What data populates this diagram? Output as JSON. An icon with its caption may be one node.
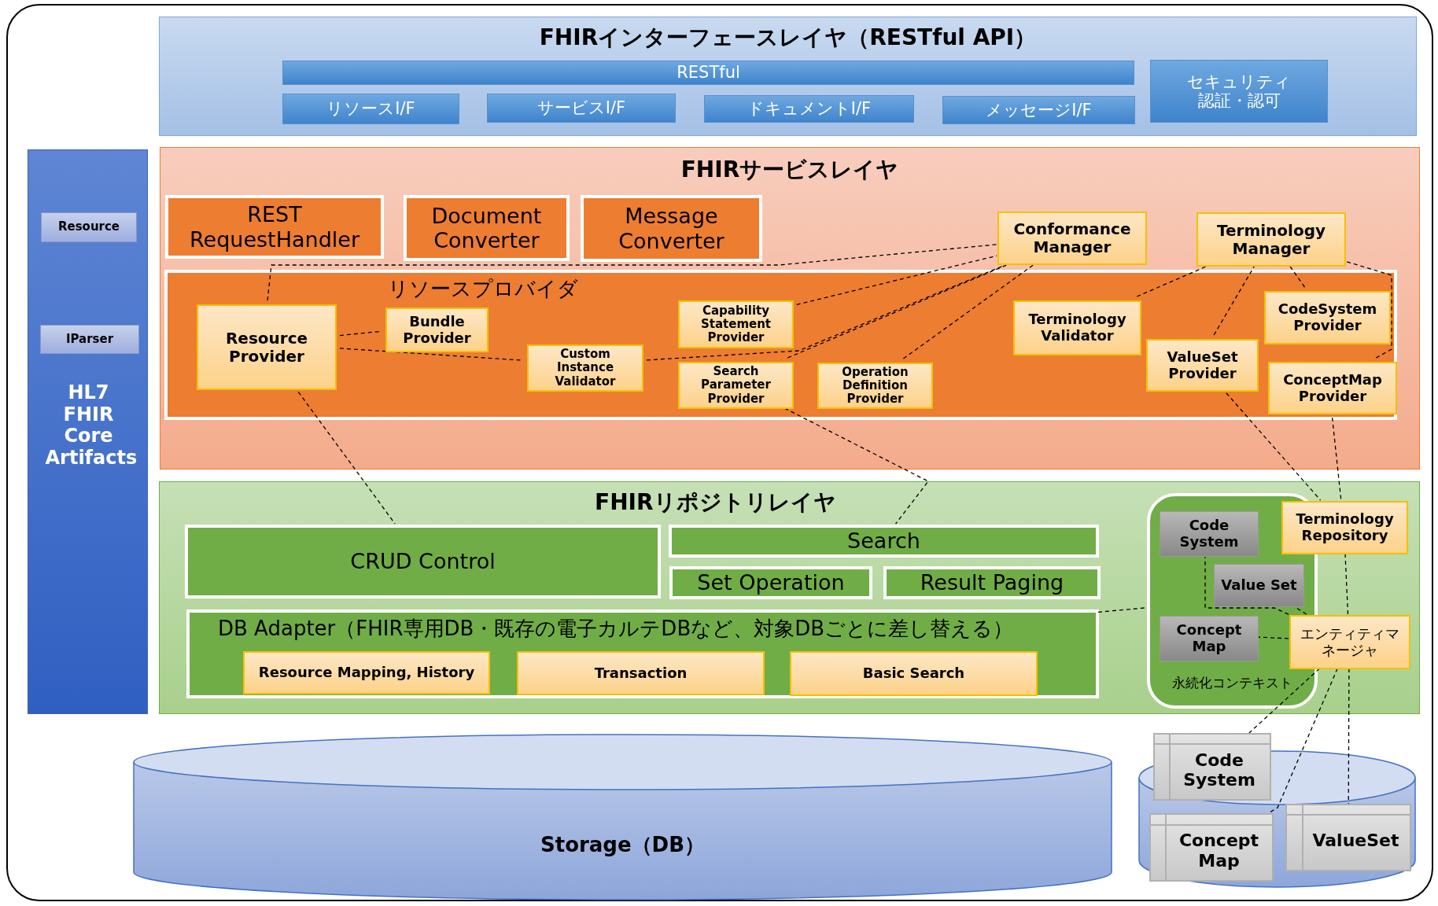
{
  "diagram": {
    "nodes": [
      {
        "text": [
          "FHIRインターフェースレイヤ（RESTful API）"
        ]
      },
      {
        "text": [
          "RESTful"
        ],
        "in": 0
      },
      {
        "text": [
          "リソースI/F"
        ],
        "in": 0
      },
      {
        "text": [
          "サービスI/F"
        ],
        "in": 0
      },
      {
        "text": [
          "ドキュメントI/F"
        ],
        "in": 0
      },
      {
        "text": [
          "メッセージI/F"
        ],
        "in": 0
      },
      {
        "text": [
          "セキュリティ",
          "認証・認可"
        ],
        "in": 0
      },
      {
        "text": [
          "HL7 FHIR Core Artifacts"
        ]
      },
      {
        "text": [
          "Resource"
        ],
        "in": 7
      },
      {
        "text": [
          "IParser"
        ],
        "in": 7
      },
      {
        "text": [
          "FHIRサービスレイヤ"
        ]
      },
      {
        "text": [
          "REST RequestHandler"
        ],
        "in": 10
      },
      {
        "text": [
          "Document Converter"
        ],
        "in": 10
      },
      {
        "text": [
          "Message Converter"
        ],
        "in": 10
      },
      {
        "text": [
          "Conformance Manager"
        ],
        "in": 10
      },
      {
        "text": [
          "Terminology Manager"
        ],
        "in": 10
      },
      {
        "text": [
          "リソースプロバイダ"
        ],
        "in": 10
      },
      {
        "text": [
          "Resource Provider"
        ],
        "in": 16
      },
      {
        "text": [
          "Bundle Provider"
        ],
        "in": 16
      },
      {
        "text": [
          "Custom Instance Validator"
        ],
        "in": 16
      },
      {
        "text": [
          "Capability Statement Provider"
        ],
        "in": 16
      },
      {
        "text": [
          "Search Parameter Provider"
        ],
        "in": 16
      },
      {
        "text": [
          "Operation Definition Provider"
        ],
        "in": 16
      },
      {
        "text": [
          "Terminology Validator"
        ],
        "in": 16
      },
      {
        "text": [
          "ValueSet Provider"
        ],
        "in": 16
      },
      {
        "text": [
          "CodeSystem Provider"
        ],
        "in": 16
      },
      {
        "text": [
          "ConceptMap Provider"
        ],
        "in": 16
      },
      {
        "text": [
          "FHIRリポジトリレイヤ"
        ]
      },
      {
        "text": [
          "CRUD Control"
        ],
        "in": 27
      },
      {
        "text": [
          "Search"
        ],
        "in": 27
      },
      {
        "text": [
          "Set Operation"
        ],
        "in": 27
      },
      {
        "text": [
          "Result Paging"
        ],
        "in": 27
      },
      {
        "text": [
          "DB Adapter（FHIR専用DB・既存の電子カルテDBなど、対象DBごとに差し替える）"
        ],
        "in": 27
      },
      {
        "text": [
          "Resource Mapping, History"
        ],
        "in": 32
      },
      {
        "text": [
          "Transaction"
        ],
        "in": 32
      },
      {
        "text": [
          "Basic Search"
        ],
        "in": 32
      },
      {
        "text": [
          "永続化コンテキスト"
        ],
        "in": 27
      },
      {
        "text": [
          "Code System"
        ],
        "in": 36
      },
      {
        "text": [
          "Value Set"
        ],
        "in": 36
      },
      {
        "text": [
          "Concept Map"
        ],
        "in": 36
      },
      {
        "text": [
          "Terminology Repository"
        ],
        "in": 27
      },
      {
        "text": [
          "エンティティマネージャ"
        ],
        "in": 27
      },
      {
        "text": [
          "Storage（DB）"
        ]
      },
      {
        "text": [],
        "shape": "cylinder"
      },
      {
        "text": [
          "Code System"
        ]
      },
      {
        "text": [
          "Concept Map"
        ],
        "in": 43
      },
      {
        "text": [
          "ValueSet"
        ],
        "in": 43
      }
    ],
    "edges": [
      {
        "from": 17,
        "to": 14,
        "arrow": "none",
        "style": "dashed"
      },
      {
        "from": 17,
        "to": 18,
        "arrow": "none",
        "style": "dashed"
      },
      {
        "from": 17,
        "to": 19,
        "arrow": "none",
        "style": "dashed"
      },
      {
        "from": 19,
        "to": 14,
        "arrow": "none",
        "style": "dashed"
      },
      {
        "from": 20,
        "to": 14,
        "arrow": "none",
        "style": "dashed"
      },
      {
        "from": 21,
        "to": 14,
        "arrow": "none",
        "style": "dashed"
      },
      {
        "from": 22,
        "to": 14,
        "arrow": "none",
        "style": "dashed"
      },
      {
        "from": 17,
        "to": 28,
        "arrow": "none",
        "style": "dashed"
      },
      {
        "from": 21,
        "to": 29,
        "arrow": "none",
        "style": "dashed"
      },
      {
        "from": 23,
        "to": 15,
        "arrow": "none",
        "style": "dashed"
      },
      {
        "from": 24,
        "to": 15,
        "arrow": "none",
        "style": "dashed"
      },
      {
        "from": 25,
        "to": 15,
        "arrow": "none",
        "style": "dashed"
      },
      {
        "from": 26,
        "to": 15,
        "arrow": "none",
        "style": "dashed"
      },
      {
        "from": 24,
        "to": 40,
        "arrow": "none",
        "style": "dashed"
      },
      {
        "from": 26,
        "to": 40,
        "arrow": "none",
        "style": "dashed"
      },
      {
        "from": 40,
        "to": 41,
        "arrow": "none",
        "style": "dashed"
      },
      {
        "from": 41,
        "to": 37,
        "arrow": "none",
        "style": "dashed"
      },
      {
        "from": 41,
        "to": 38,
        "arrow": "none",
        "style": "dashed"
      },
      {
        "from": 41,
        "to": 39,
        "arrow": "none",
        "style": "dashed"
      },
      {
        "from": 32,
        "to": 36,
        "arrow": "none",
        "style": "dashed"
      },
      {
        "from": 41,
        "to": 44,
        "arrow": "none",
        "style": "dashed"
      },
      {
        "from": 41,
        "to": 45,
        "arrow": "none",
        "style": "dashed"
      },
      {
        "from": 41,
        "to": 46,
        "arrow": "none",
        "style": "dashed"
      }
    ]
  }
}
